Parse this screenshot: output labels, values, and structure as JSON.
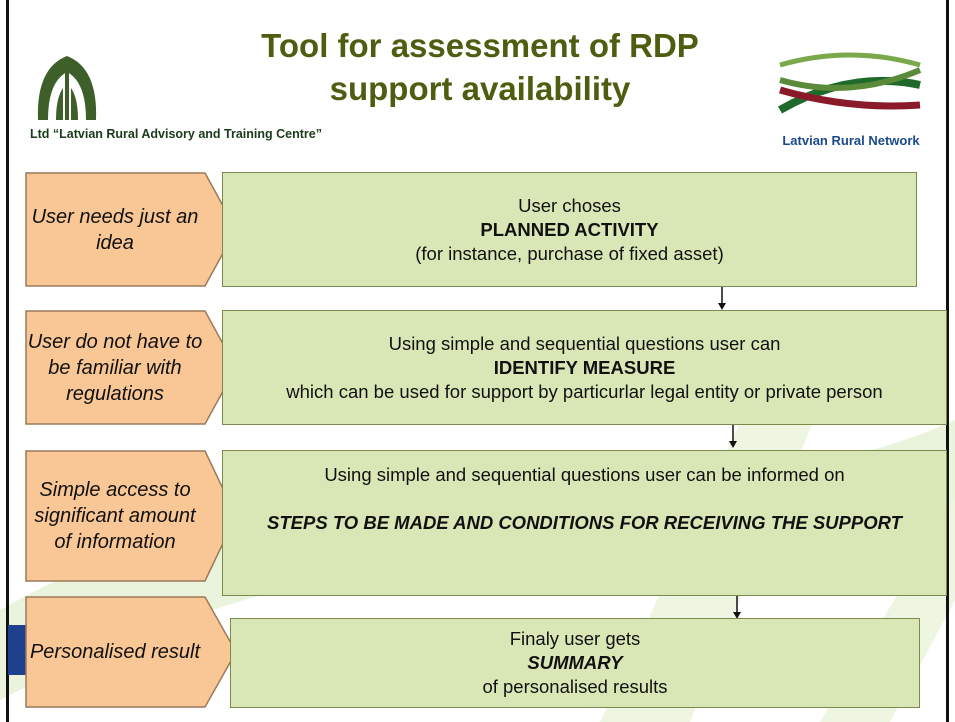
{
  "title": {
    "line1": "Tool for assessment of RDP",
    "line2": "support availability"
  },
  "logos": {
    "left_caption": "Ltd “Latvian Rural Advisory and Training Centre”",
    "right_caption": "Latvian Rural Network"
  },
  "colors": {
    "title": "#4e5e10",
    "arrow_fill": "#f9c695",
    "box_fill": "#d9e7b6",
    "box_border": "#7b8a4c"
  },
  "rows": [
    {
      "arrow_text": "User needs just an idea",
      "box": {
        "line1": "User choses",
        "line2": "PLANNED ACTIVITY",
        "line3": "(for instance, purchase of fixed asset)"
      }
    },
    {
      "arrow_text": "User do not have to be familiar with regulations",
      "box": {
        "line1": "Using simple and sequential questions user can",
        "line2": "IDENTIFY MEASURE",
        "line3": "which can be used for support by particurlar legal entity or private person"
      }
    },
    {
      "arrow_text": "Simple access to significant amount of information",
      "box": {
        "line1": "Using simple and sequential questions user can be informed on",
        "line2": "STEPS TO BE MADE AND CONDITIONS FOR RECEIVING THE SUPPORT"
      }
    },
    {
      "arrow_text": "Personalised result",
      "box": {
        "line1": "Finaly user gets",
        "line2": "SUMMARY",
        "line3": "of personalised results"
      }
    }
  ]
}
